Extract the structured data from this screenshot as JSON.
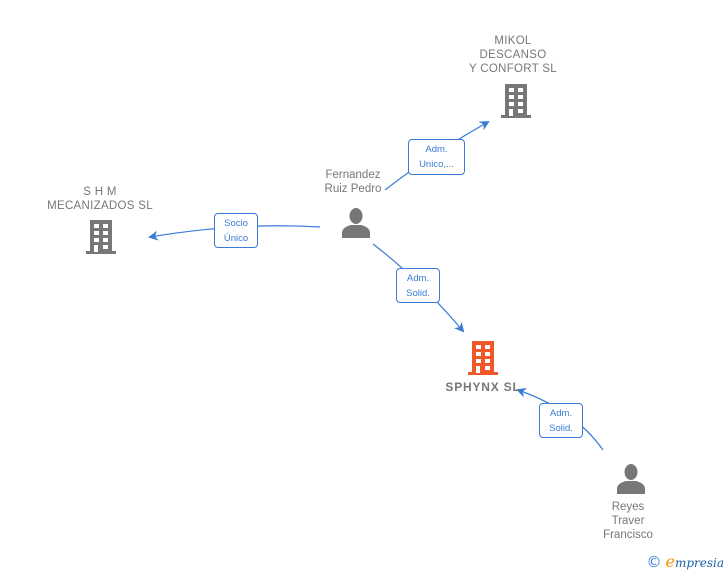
{
  "colors": {
    "edge": "#3a7bd5",
    "node_gray": "#777777",
    "focus_company": "#f0582a"
  },
  "nodes": [
    {
      "id": "mikol",
      "type": "company",
      "label": "MIKOL\nDESCANSO\nY CONFORT SL",
      "icon": "building-icon"
    },
    {
      "id": "fernandez",
      "type": "person",
      "label": "Fernandez\nRuiz Pedro",
      "icon": "person-icon"
    },
    {
      "id": "shm",
      "type": "company",
      "label": "S H M\nMECANIZADOS SL",
      "icon": "building-icon"
    },
    {
      "id": "sphynx",
      "type": "company-focus",
      "label": "SPHYNX  SL",
      "icon": "building-icon"
    },
    {
      "id": "reyes",
      "type": "person",
      "label": "Reyes\nTraver\nFrancisco",
      "icon": "person-icon"
    }
  ],
  "edges": [
    {
      "from": "fernandez",
      "to": "mikol",
      "label_line1": "Adm.",
      "label_line2": "Unico,..."
    },
    {
      "from": "fernandez",
      "to": "shm",
      "label_line1": "Socio",
      "label_line2": "Único"
    },
    {
      "from": "fernandez",
      "to": "sphynx",
      "label_line1": "Adm.",
      "label_line2": "Solid."
    },
    {
      "from": "reyes",
      "to": "sphynx",
      "label_line1": "Adm.",
      "label_line2": "Solid."
    }
  ],
  "footer": {
    "copyright_symbol": "©",
    "brand_initial": "e",
    "brand_rest": "mpresia"
  }
}
